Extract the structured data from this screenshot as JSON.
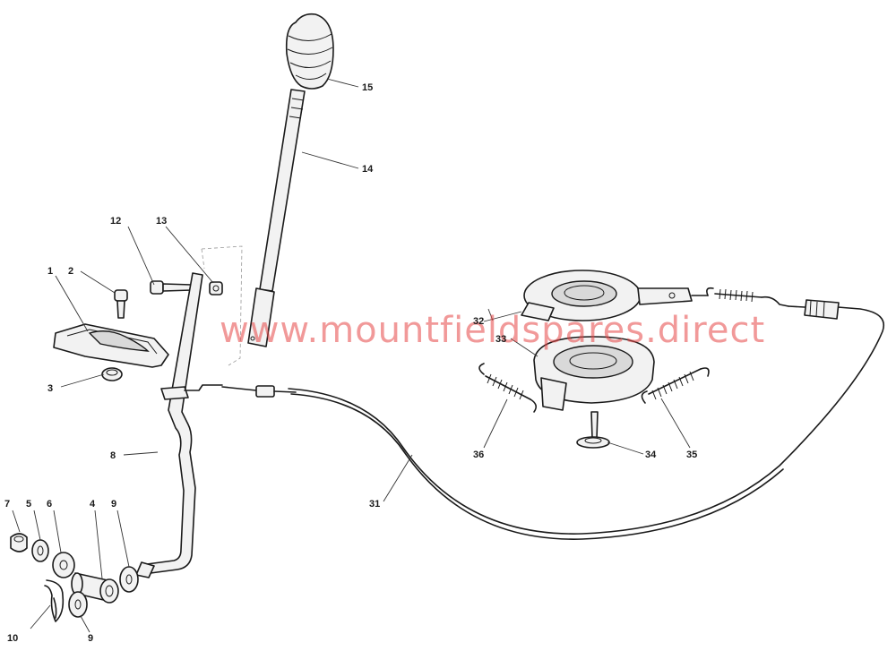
{
  "watermark": "www.mountfieldspares.direct",
  "colors": {
    "watermark": "#e64646",
    "line": "#1a1a1a"
  },
  "labels": {
    "l1": "1",
    "l2": "2",
    "l3": "3",
    "l4": "4",
    "l5": "5",
    "l6": "6",
    "l7": "7",
    "l8": "8",
    "l9a": "9",
    "l9b": "9",
    "l10": "10",
    "l12": "12",
    "l13": "13",
    "l14": "14",
    "l15": "15",
    "l31": "31",
    "l32": "32",
    "l33": "33",
    "l34": "34",
    "l35": "35",
    "l36": "36"
  }
}
